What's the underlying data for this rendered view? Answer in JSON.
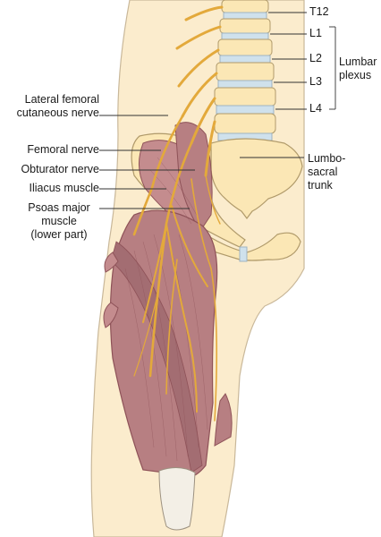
{
  "diagram": {
    "labels": {
      "lateral_femoral_cutaneous_nerve": [
        "Lateral femoral",
        "cutaneous nerve"
      ],
      "femoral_nerve": "Femoral nerve",
      "obturator_nerve": "Obturator nerve",
      "iliacus_muscle": "Iliacus muscle",
      "psoas_major_muscle": [
        "Psoas major",
        "muscle",
        "(lower part)"
      ],
      "t12": "T12",
      "l1": "L1",
      "l2": "L2",
      "l3": "L3",
      "l4": "L4",
      "lumbar_plexus": [
        "Lumbar",
        "plexus"
      ],
      "lumbosacral_trunk": [
        "Lumbo-",
        "sacral",
        "trunk"
      ]
    },
    "colors": {
      "skin": "#fbeccd",
      "skin_outline": "#c9b89a",
      "bone": "#fbe7b5",
      "bone_outline": "#b09a6a",
      "disc": "#cfe1ec",
      "muscle": "#b77f82",
      "muscle_dark": "#8e5258",
      "nerve": "#e3a93b",
      "nerve_dark": "#b67c18",
      "leader": "#333333"
    }
  }
}
